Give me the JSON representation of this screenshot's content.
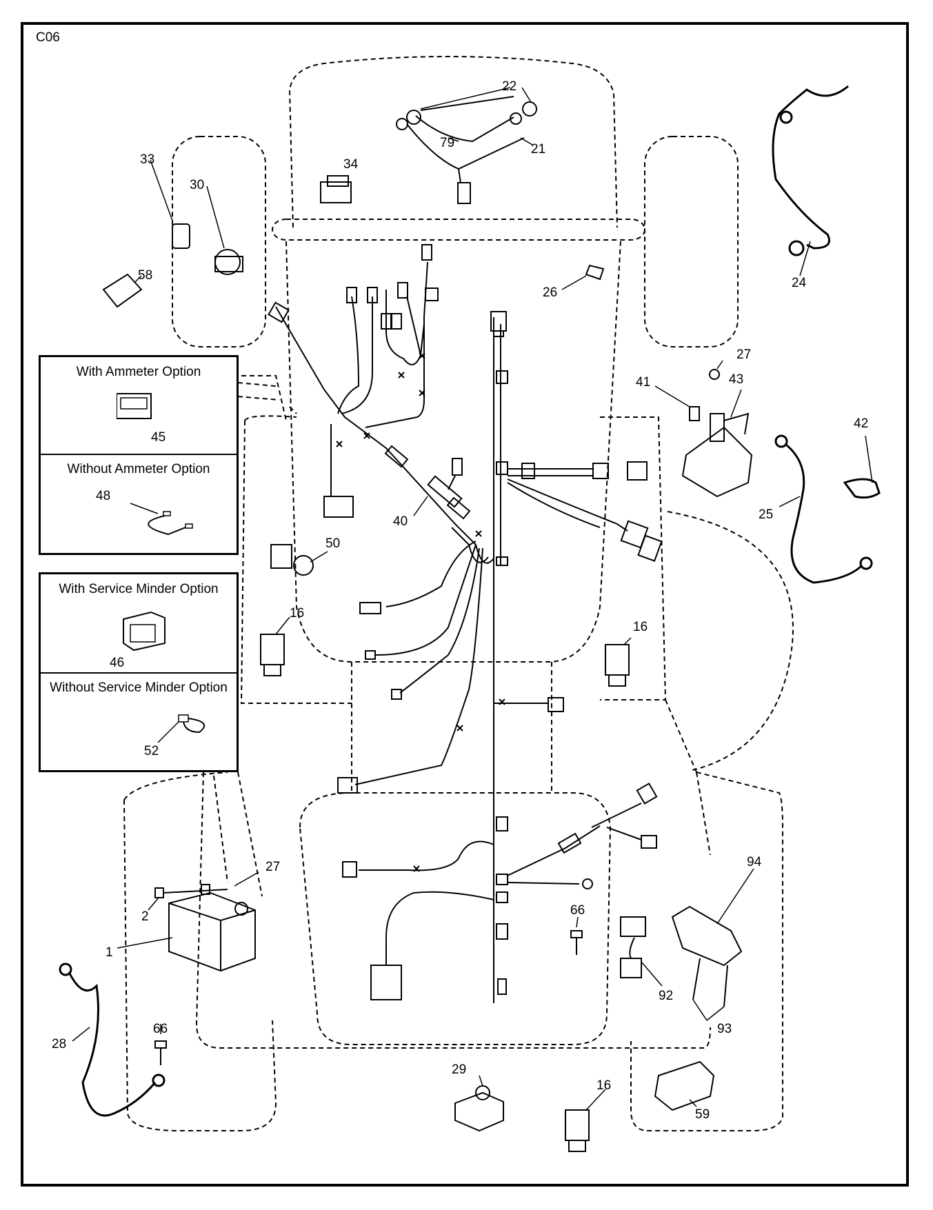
{
  "page_code": "C06",
  "option_boxes": [
    {
      "sections": [
        {
          "title": "With Ammeter Option",
          "part": "45"
        },
        {
          "title": "Without Ammeter Option",
          "part": "48"
        }
      ]
    },
    {
      "sections": [
        {
          "title": "With Service Minder Option",
          "part": "46"
        },
        {
          "title": "Without Service Minder Option",
          "part": "52"
        }
      ]
    }
  ],
  "callouts": {
    "p22": "22",
    "p79": "79",
    "p21": "21",
    "p34": "34",
    "p33": "33",
    "p30": "30",
    "p58": "58",
    "p24": "24",
    "p26": "26",
    "p27a": "27",
    "p41": "41",
    "p43": "43",
    "p42": "42",
    "p25": "25",
    "p40": "40",
    "p50": "50",
    "p16a": "16",
    "p16b": "16",
    "p16c": "16",
    "p27b": "27",
    "p2": "2",
    "p1": "1",
    "p28": "28",
    "p66a": "66",
    "p66b": "66",
    "p29": "29",
    "p94": "94",
    "p92": "92",
    "p93": "93",
    "p59": "59"
  }
}
